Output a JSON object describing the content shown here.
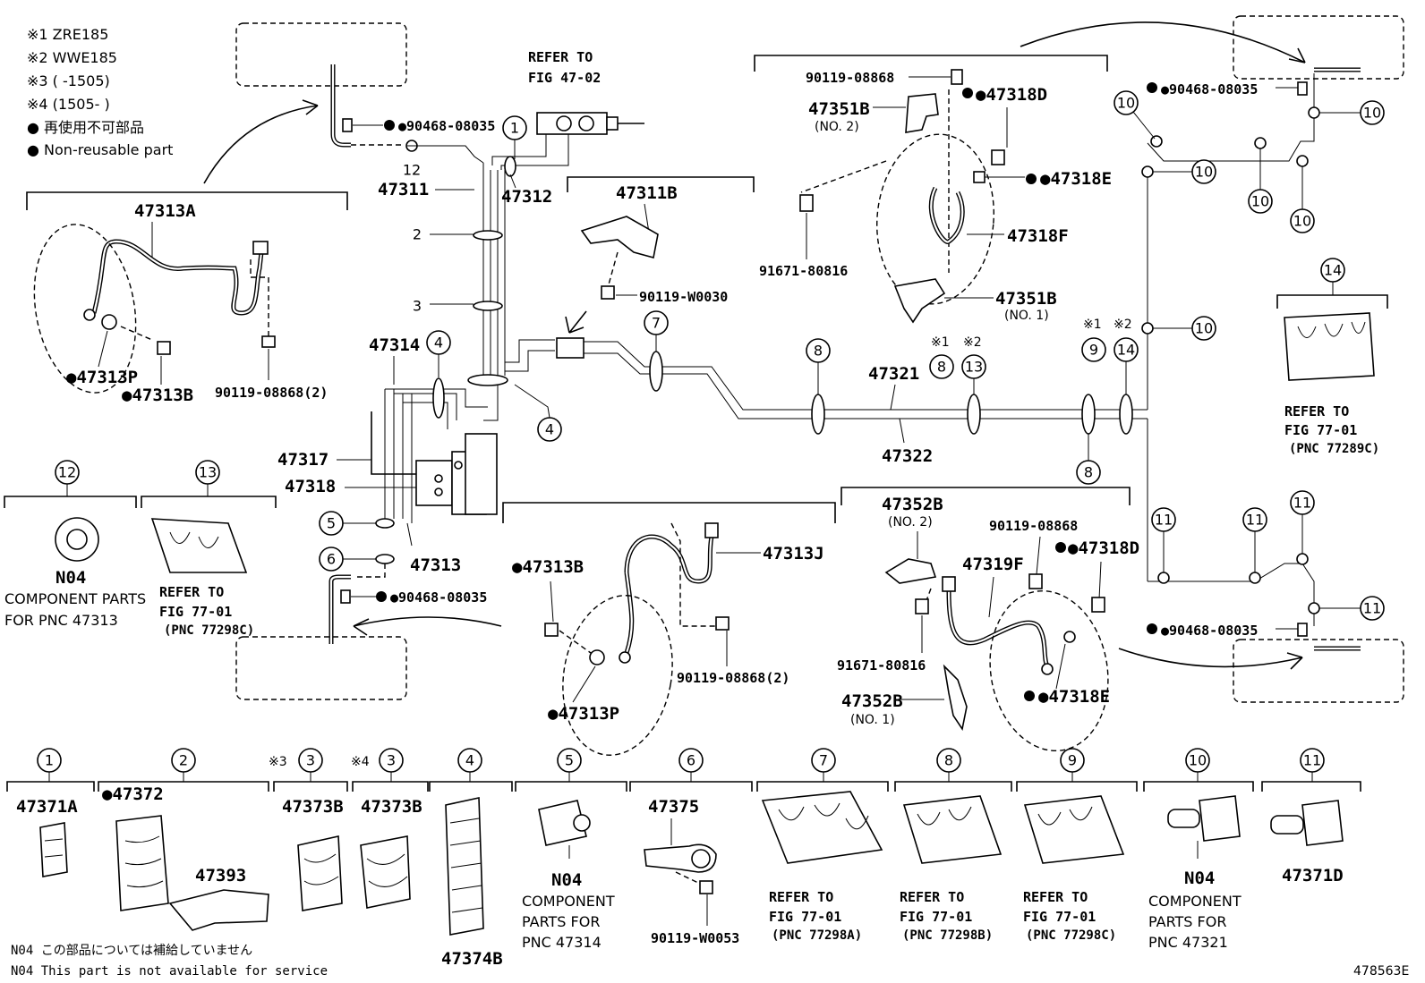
{
  "legend": {
    "note1": "※1 ZRE185",
    "note2": "※2 WWE185",
    "note3": "※3 (      -1505)",
    "note4": "※4 (1505-      )",
    "nonreuse_jp": "● 再使用不可部品",
    "nonreuse_en": "● Non-reusable part"
  },
  "footer": {
    "n04_jp": "N04 この部品については補給していません",
    "n04_en": "N04 This part is not available for service",
    "figure_id": "478563E"
  },
  "labels": {
    "refer_47_02_a": "REFER TO",
    "refer_47_02_b": "FIG 47-02",
    "p47311": "47311",
    "p47312": "47312",
    "p47311B": "47311B",
    "p90119W0030": "90119-W0030",
    "p47313A": "47313A",
    "p47313P_tl": "●47313P",
    "p47313B_tl": "●47313B",
    "p90119_08868_2_tl": "90119-08868(2)",
    "p90468_top": "●90468-08035",
    "p47314": "47314",
    "p47317": "47317",
    "p47318": "47318",
    "p47313": "47313",
    "p90468_mid": "●90468-08035",
    "p47313B_mid": "●47313B",
    "p47313J": "47313J",
    "p47313P_mid": "●47313P",
    "p90119_08868_2_mid": "90119-08868(2)",
    "p47321": "47321",
    "p47322": "47322",
    "p90119_08868_tr": "90119-08868",
    "p47351B_no2": "47351B",
    "no2_a": "(NO. 2)",
    "p47318D_tr": "●47318D",
    "p47318E_tr": "●47318E",
    "p47318F": "47318F",
    "p91671_tr": "91671-80816",
    "p47351B_no1": "47351B",
    "no1_a": "(NO. 1)",
    "p90468_tr": "●90468-08035",
    "p47352B_no2": "47352B",
    "no2_b": "(NO. 2)",
    "p90119_08868_br": "90119-08868",
    "p47318D_br": "●47318D",
    "p47319F": "47319F",
    "p91671_br": "91671-80816",
    "p47352B_no1": "47352B",
    "no1_b": "(NO. 1)",
    "p47318E_br": "●47318E",
    "p90468_br": "●90468-08035",
    "mark1": "※1",
    "mark2": "※2",
    "mark1b": "※1",
    "mark2b": "※2"
  },
  "detail12": {
    "n04": "N04",
    "line1": "COMPONENT PARTS",
    "line2": "FOR PNC 47313"
  },
  "detail13": {
    "line1": "REFER TO",
    "line2": "FIG 77-01",
    "line3": "(PNC 77298C)"
  },
  "detail14": {
    "line1": "REFER TO",
    "line2": "FIG 77-01",
    "line3": "(PNC 77289C)"
  },
  "bottom": {
    "c1_part": "47371A",
    "c2_part_a": "●47372",
    "c2_part_b": "47393",
    "c3a_mark": "※3",
    "c3a_part": "47373B",
    "c3b_mark": "※4",
    "c3b_part": "47373B",
    "c4_part": "47374B",
    "c5_n04": "N04",
    "c5_l1": "COMPONENT",
    "c5_l2": "PARTS FOR",
    "c5_l3": "PNC 47314",
    "c6_part": "47375",
    "c6_bolt": "90119-W0053",
    "c7_l1": "REFER TO",
    "c7_l2": "FIG 77-01",
    "c7_l3": "(PNC 77298A)",
    "c8_l1": "REFER TO",
    "c8_l2": "FIG 77-01",
    "c8_l3": "(PNC 77298B)",
    "c9_l1": "REFER TO",
    "c9_l2": "FIG 77-01",
    "c9_l3": "(PNC 77298C)",
    "c10_n04": "N04",
    "c10_l1": "COMPONENT",
    "c10_l2": "PARTS FOR",
    "c10_l3": "PNC 47321",
    "c11_part": "47371D"
  },
  "callouts": {
    "n1": "1",
    "n2": "2",
    "n3": "3",
    "n4": "4",
    "n5": "5",
    "n6": "6",
    "n7": "7",
    "n8": "8",
    "n9": "9",
    "n10": "10",
    "n11": "11",
    "n12": "12",
    "n13": "13",
    "n14": "14"
  }
}
